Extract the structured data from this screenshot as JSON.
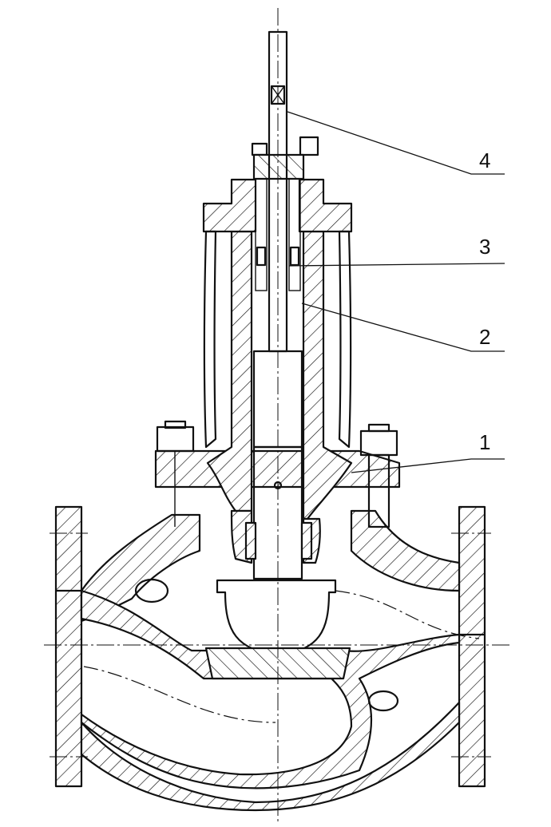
{
  "callouts": [
    {
      "label": "1"
    },
    {
      "label": "2"
    },
    {
      "label": "3"
    },
    {
      "label": "4"
    }
  ],
  "colors": {
    "line": "#111111",
    "background": "#ffffff"
  }
}
